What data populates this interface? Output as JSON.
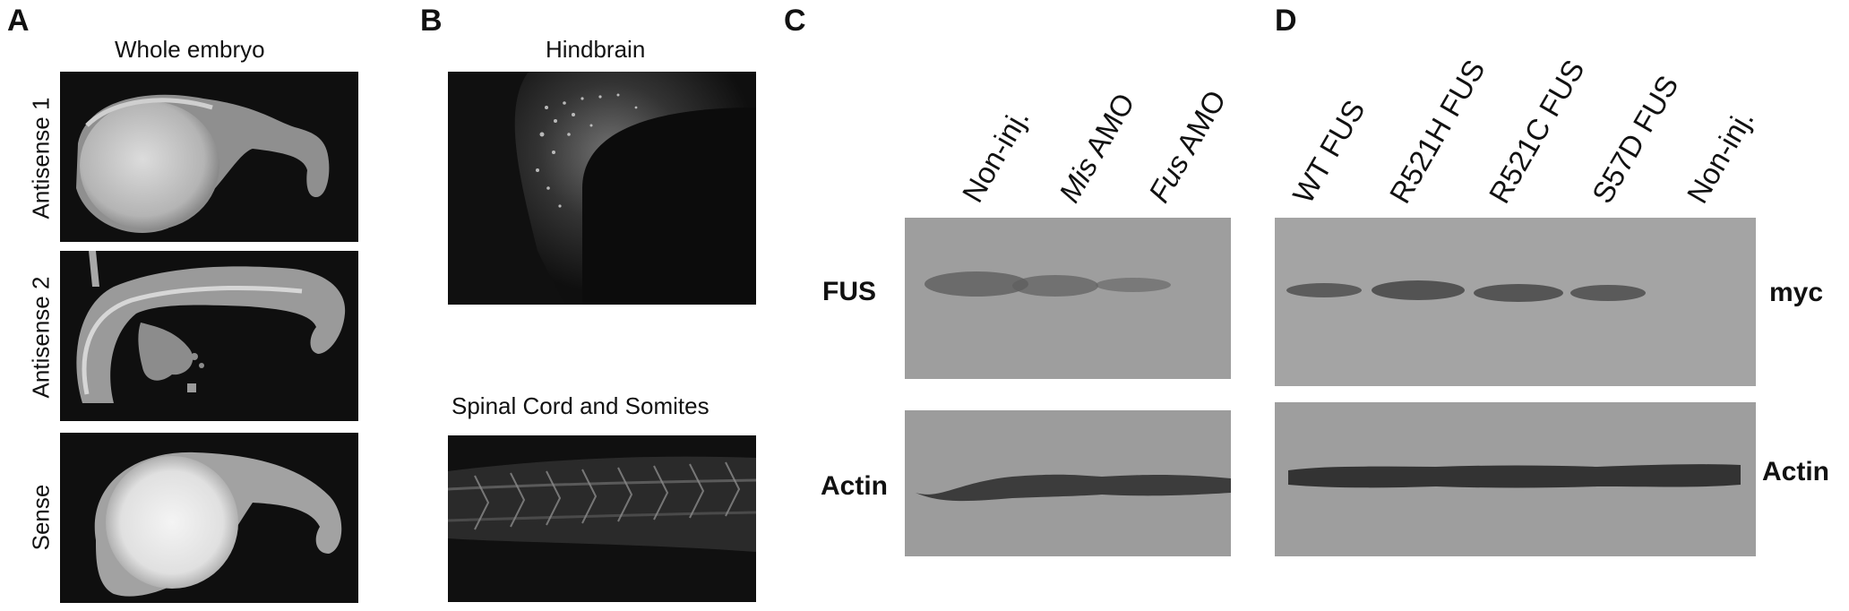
{
  "panels": {
    "A": {
      "letter": "A",
      "title": "Whole embryo",
      "rows": [
        "Antisense 1",
        "Antisense 2",
        "Sense"
      ]
    },
    "B": {
      "letter": "B",
      "titles": [
        "Hindbrain",
        "Spinal Cord and Somites"
      ]
    },
    "C": {
      "letter": "C",
      "lanes": [
        {
          "text": "Non-inj.",
          "italic": ""
        },
        {
          "text": " AMO",
          "italic": "Mis"
        },
        {
          "text": " AMO",
          "italic": "Fus"
        }
      ],
      "blot_labels": [
        "FUS",
        "Actin"
      ]
    },
    "D": {
      "letter": "D",
      "lanes": [
        "WT FUS",
        "R521H FUS",
        "R521C FUS",
        "S57D FUS",
        "Non-inj."
      ],
      "blot_labels": [
        "myc",
        "Actin"
      ]
    }
  }
}
